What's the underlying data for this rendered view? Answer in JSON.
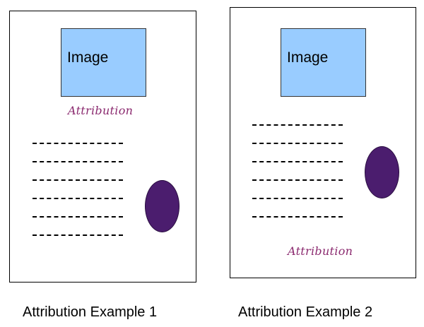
{
  "examples": [
    {
      "caption": "Attribution Example 1",
      "image_label": "Image",
      "attribution": "Attribution",
      "text_line_count": 6
    },
    {
      "caption": "Attribution Example 2",
      "image_label": "Image",
      "attribution": "Attribution",
      "text_line_count": 6
    }
  ],
  "colors": {
    "image_fill": "#99ccff",
    "attribution_text": "#8b2a6f",
    "oval_fill": "#4b1d6e"
  },
  "icons": [
    "dashed-text-line",
    "purple-oval"
  ]
}
